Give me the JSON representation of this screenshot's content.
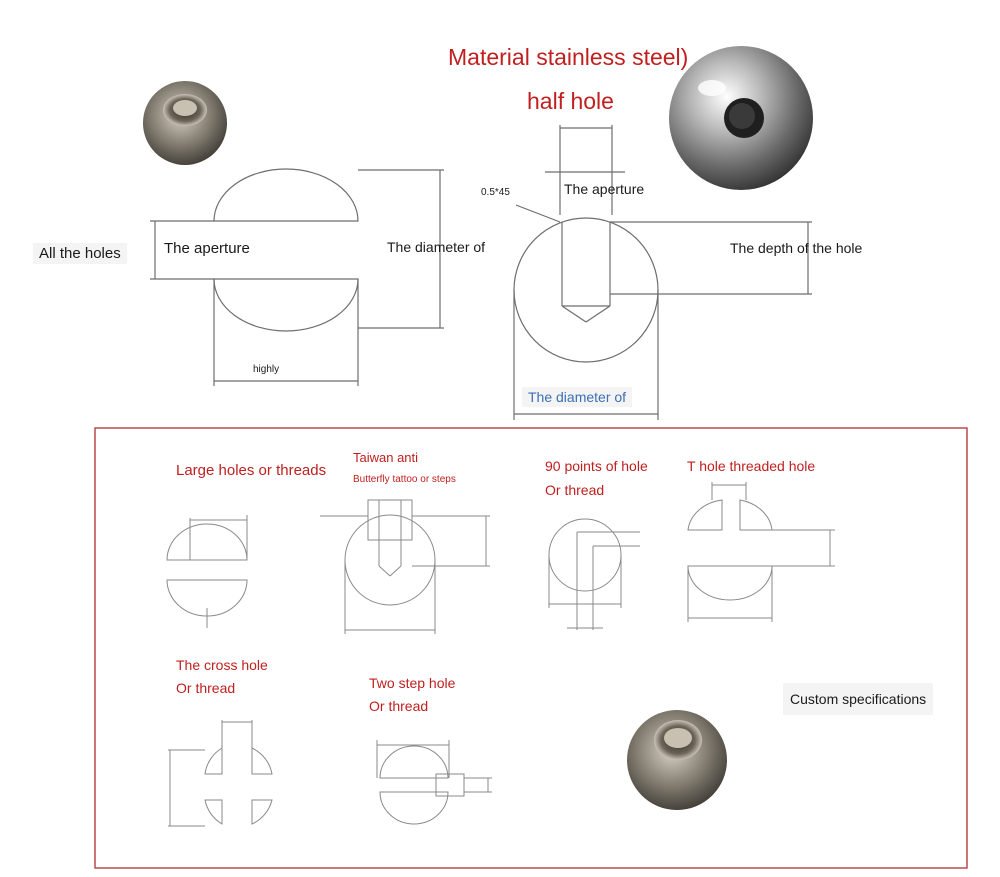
{
  "title": {
    "material": "Material  stainless steel)",
    "type": "half hole"
  },
  "labels": {
    "all_the_holes": "All the holes",
    "aperture_left": "The aperture",
    "diameter_left": "The diameter of",
    "highly": "highly",
    "chamfer": "0.5*45",
    "aperture_right": "The aperture",
    "depth": "The depth of the hole",
    "diameter_right": "The diameter of"
  },
  "variants": {
    "large_holes": "Large holes or threads",
    "taiwan_line1": "Taiwan anti",
    "taiwan_line2": "Butterfly tattoo or steps",
    "ninety_line1": "90 points of hole",
    "ninety_line2": "Or thread",
    "t_hole": "T hole threaded hole",
    "cross_line1": "The cross hole",
    "cross_line2": "Or thread",
    "two_step_line1": "Two step hole",
    "two_step_line2": "Or thread",
    "custom": "Custom specifications"
  },
  "colors": {
    "accent_red": "#c0201f",
    "label_blue": "#3b6fb6",
    "line": "#6e6e6e"
  }
}
